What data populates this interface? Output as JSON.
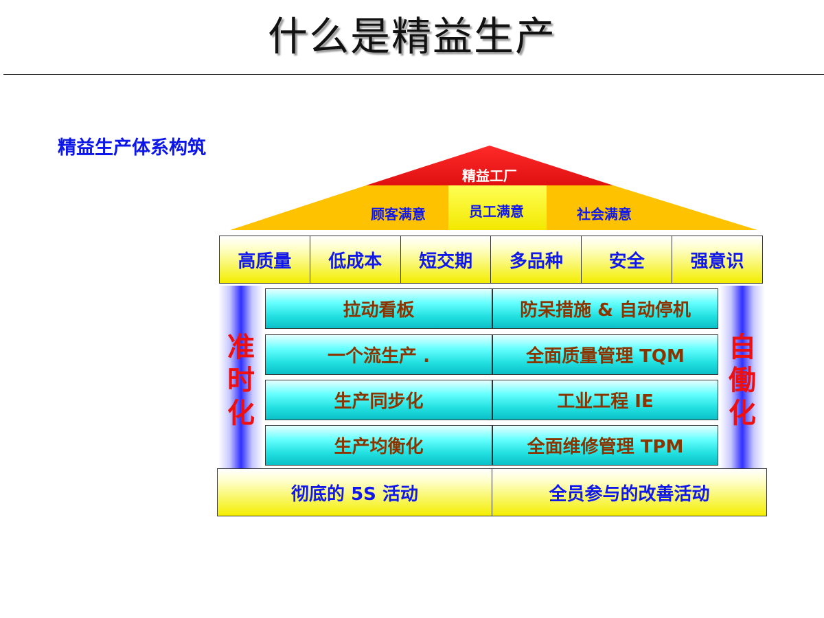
{
  "page": {
    "title": "什么是精益生产",
    "subtitle": "精益生产体系构筑"
  },
  "roof": {
    "top": "精益工厂",
    "left": "顾客满意",
    "center": "员工满意",
    "right": "社会满意"
  },
  "goals": [
    "高质量",
    "低成本",
    "短交期",
    "多品种",
    "安全",
    "强意识"
  ],
  "pillars": {
    "left": [
      "准",
      "时",
      "化"
    ],
    "right": [
      "自",
      "働",
      "化"
    ]
  },
  "methods": {
    "left": [
      "拉动看板",
      "一个流生产 .",
      "生产同步化",
      "生产均衡化"
    ],
    "right": [
      "防呆措施 & 自动停机",
      "全面质量管理 TQM",
      "工业工程 IE",
      "全面维修管理 TPM"
    ]
  },
  "foundation": [
    "彻底的 5S 活动",
    "全员参与的改善活动"
  ],
  "colors": {
    "title_blue": "#0c16e8",
    "roof_red": "#ee1a1a",
    "roof_orange": "#ffc200",
    "pillar_red": "#ee1010",
    "method_brown": "#8a3500"
  }
}
